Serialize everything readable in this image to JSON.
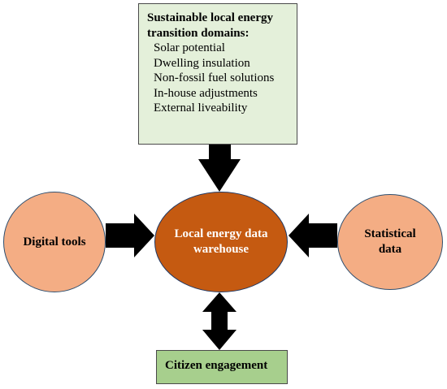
{
  "domains": {
    "title": "Sustainable local energy transition domains:",
    "items": [
      "Solar potential",
      "Dwelling insulation",
      "Non-fossil fuel solutions",
      "In-house adjustments",
      "External liveability"
    ]
  },
  "nodes": {
    "digital_tools": "Digital tools",
    "warehouse": "Local energy data warehouse",
    "statistical_data": "Statistical data",
    "citizen_engagement": "Citizen engagement"
  },
  "colors": {
    "domains_fill": "#e4f0da",
    "citizen_fill": "#a7cf8d",
    "source_fill": "#f4ad84",
    "warehouse_fill": "#c55a11",
    "arrow": "#000000"
  }
}
